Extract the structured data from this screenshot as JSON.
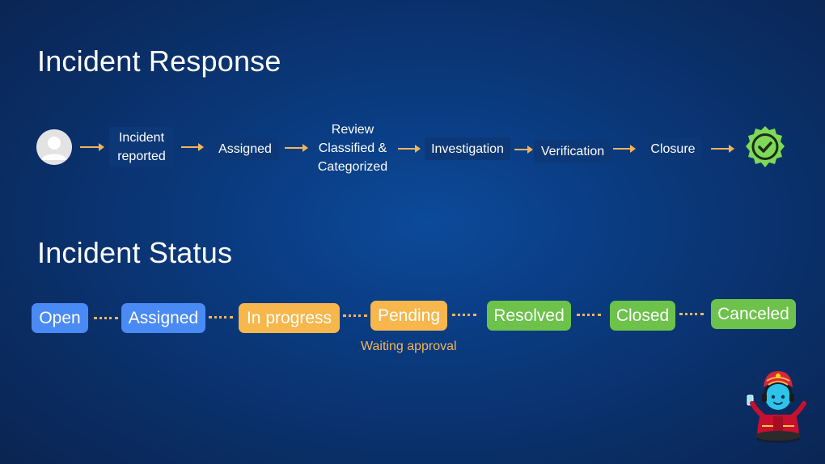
{
  "response": {
    "title": "Incident Response",
    "steps": [
      {
        "line1": "Incident",
        "line2": "reported"
      },
      {
        "label": "Assigned"
      },
      {
        "line1": "Review",
        "line2": "Classified &",
        "line3": "Categorized"
      },
      {
        "label": "Investigation"
      },
      {
        "label": "Verification"
      },
      {
        "label": "Closure"
      }
    ],
    "user_icon": "user-avatar-icon",
    "end_icon": "check-badge-icon"
  },
  "status": {
    "title": "Incident Status",
    "items": [
      {
        "label": "Open",
        "color": "#4a8af4"
      },
      {
        "label": "Assigned",
        "color": "#4a8af4"
      },
      {
        "label": "In progress",
        "color": "#f7b74d"
      },
      {
        "label": "Pending",
        "color": "#f7b74d"
      },
      {
        "label": "Resolved",
        "color": "#6cc24a"
      },
      {
        "label": "Closed",
        "color": "#6cc24a"
      },
      {
        "label": "Canceled",
        "color": "#6cc24a"
      }
    ],
    "pending_note": "Waiting approval"
  },
  "colors": {
    "connector": "#f2b55a",
    "step_box": "#0d3878",
    "background": "#0a3b80"
  }
}
